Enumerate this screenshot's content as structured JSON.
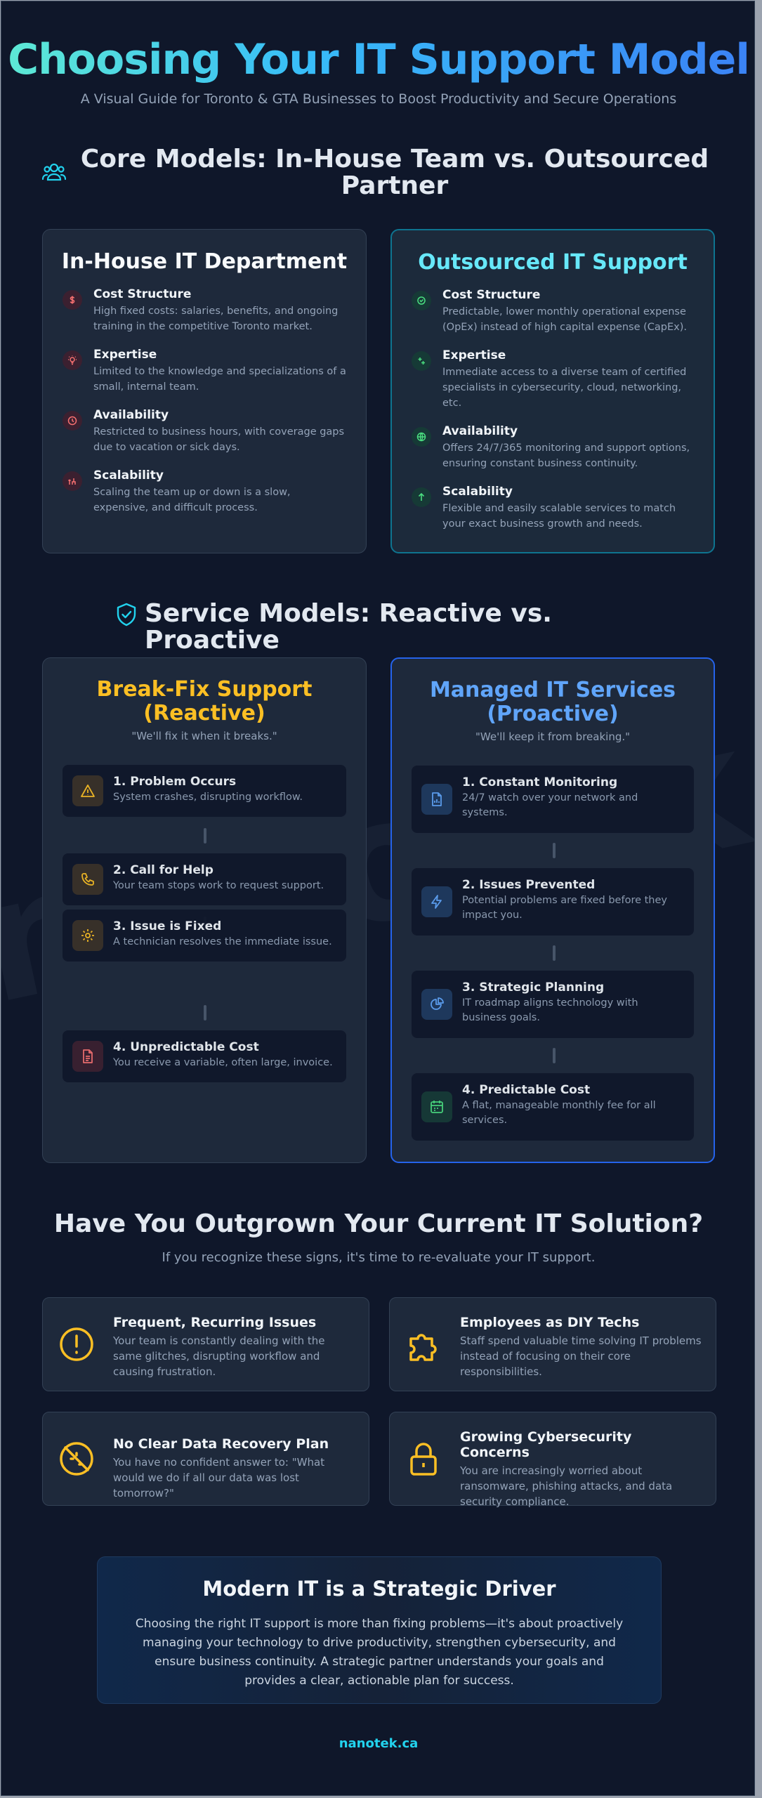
{
  "header": {
    "title": "Choosing Your IT Support Model",
    "subtitle": "A Visual Guide for Toronto & GTA Businesses to Boost Productivity and Secure Operations"
  },
  "watermark": "nanotek.ca",
  "colors": {
    "background": "#0f172a",
    "card": "#1e293b",
    "teal_accent": "#22d3ee",
    "amber_accent": "#fbbf24",
    "blue_accent": "#60a5fa",
    "red_icon": "#f87171",
    "green_icon": "#4ade80"
  },
  "core_models": {
    "icon": "users-icon",
    "title": "Core Models: In-House Team vs. Outsourced Partner",
    "in_house": {
      "title": "In-House IT Department",
      "items": [
        {
          "icon": "dollar-icon",
          "title": "Cost Structure",
          "text": "High fixed costs: salaries, benefits, and ongoing training in the competitive Toronto market."
        },
        {
          "icon": "lightbulb-icon",
          "title": "Expertise",
          "text": "Limited to the knowledge and specializations of a small, internal team."
        },
        {
          "icon": "clock-icon",
          "title": "Availability",
          "text": "Restricted to business hours, with coverage gaps due to vacation or sick days."
        },
        {
          "icon": "scale-icon",
          "title": "Scalability",
          "text": "Scaling the team up or down is a slow, expensive, and difficult process."
        }
      ]
    },
    "outsourced": {
      "title": "Outsourced IT Support",
      "items": [
        {
          "icon": "piggy-bank-icon",
          "title": "Cost Structure",
          "text": "Predictable, lower monthly operational expense (OpEx) instead of high capital expense (CapEx)."
        },
        {
          "icon": "sparkles-icon",
          "title": "Expertise",
          "text": "Immediate access to a diverse team of certified specialists in cybersecurity, cloud, networking, etc."
        },
        {
          "icon": "globe-icon",
          "title": "Availability",
          "text": "Offers 24/7/365 monitoring and support options, ensuring constant business continuity."
        },
        {
          "icon": "arrow-up-icon",
          "title": "Scalability",
          "text": "Flexible and easily scalable services to match your exact business growth and needs."
        }
      ]
    }
  },
  "service_models": {
    "icon": "shield-check-icon",
    "title": "Service Models: Reactive vs. Proactive",
    "break_fix": {
      "title": "Break-Fix Support (Reactive)",
      "quote": "\"We'll fix it when it breaks.\"",
      "steps": [
        {
          "icon": "warning-icon",
          "title": "1. Problem Occurs",
          "text": "System crashes, disrupting workflow."
        },
        {
          "icon": "phone-icon",
          "title": "2. Call for Help",
          "text": "Your team stops work to request support."
        },
        {
          "icon": "gear-icon",
          "title": "3. Issue is Fixed",
          "text": "A technician resolves the immediate issue."
        },
        {
          "icon": "invoice-icon",
          "title": "4. Unpredictable Cost",
          "text": "You receive a variable, often large, invoice."
        }
      ]
    },
    "managed": {
      "title": "Managed IT Services (Proactive)",
      "quote": "\"We'll keep it from breaking.\"",
      "steps": [
        {
          "icon": "monitor-report-icon",
          "title": "1. Constant Monitoring",
          "text": "24/7 watch over your network and systems."
        },
        {
          "icon": "lightning-icon",
          "title": "2. Issues Prevented",
          "text": "Potential problems are fixed before they impact you."
        },
        {
          "icon": "chart-pie-icon",
          "title": "3. Strategic Planning",
          "text": "IT roadmap aligns technology with business goals."
        },
        {
          "icon": "calendar-icon",
          "title": "4. Predictable Cost",
          "text": "A flat, manageable monthly fee for all services."
        }
      ]
    }
  },
  "outgrown": {
    "title": "Have You Outgrown Your Current IT Solution?",
    "subtitle": "If you recognize these signs, it's time to re-evaluate your IT support.",
    "signs": [
      {
        "icon": "exclamation-circle-icon",
        "title": "Frequent, Recurring Issues",
        "text": "Your team is constantly dealing with the same glitches, disrupting workflow and causing frustration."
      },
      {
        "icon": "puzzle-icon",
        "title": "Employees as DIY Techs",
        "text": "Staff spend valuable time solving IT problems instead of focusing on their core responsibilities."
      },
      {
        "icon": "no-data-icon",
        "title": "No Clear Data Recovery Plan",
        "text": "You have no confident answer to: \"What would we do if all our data was lost tomorrow?\""
      },
      {
        "icon": "lock-icon",
        "title": "Growing Cybersecurity Concerns",
        "text": "You are increasingly worried about ransomware, phishing attacks, and data security compliance."
      }
    ]
  },
  "cta": {
    "title": "Modern IT is a Strategic Driver",
    "text": "Choosing the right IT support is more than fixing problems—it's about proactively managing your technology to drive productivity, strengthen cybersecurity, and ensure business continuity. A strategic partner understands your goals and provides a clear, actionable plan for success."
  },
  "footer": {
    "brand": "nanotek.ca"
  }
}
